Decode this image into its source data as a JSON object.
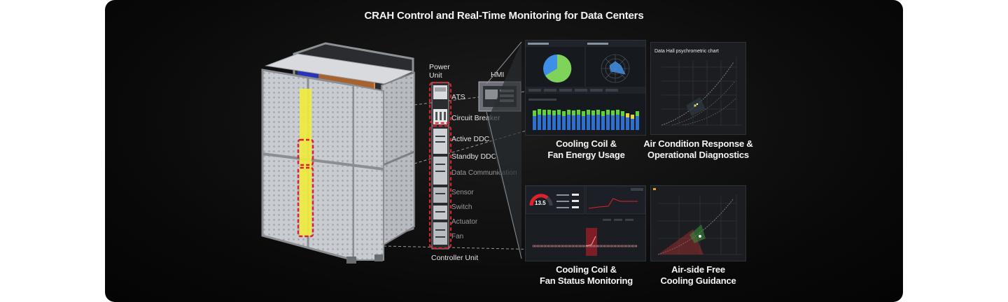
{
  "page_title": "CRAH Control and Real-Time Monitoring for Data Centers",
  "power_unit_label": "Power\nUnit",
  "hmi_label": "HMI",
  "components": [
    {
      "label": "ATS",
      "dim": false
    },
    {
      "label": "Circuit Breaker",
      "dim": false
    },
    {
      "label": "Active DDC",
      "dim": false
    },
    {
      "label": "Standby DDC",
      "dim": false
    },
    {
      "label": "Data Communication",
      "dim": true
    },
    {
      "label": "Sensor",
      "dim": true
    },
    {
      "label": "Switch",
      "dim": true
    },
    {
      "label": "Actuator",
      "dim": true
    },
    {
      "label": "Fan",
      "dim": true
    }
  ],
  "controller_unit_label": "Controller Unit",
  "captions": {
    "energy": "Cooling Coil &\nFan Energy Usage",
    "diagnostics": "Air Condition Response &\nOperational Diagnostics",
    "status": "Cooling Coil &\nFan Status Monitoring",
    "free_cooling": "Air-side Free\nCooling Guidance"
  },
  "screens": {
    "psychrometric_title": "Data Hall psychrometric chart",
    "gauge_value": "13.5",
    "colors": {
      "accent_red": "#e0202a",
      "pie_green": "#7fd35a",
      "pie_blue": "#3f8fe6",
      "bar_green": "#5fd33a",
      "bar_blue": "#2f6fd0",
      "bar_yellow": "#e8d43a",
      "highlight_yellow": "#f0ec3a"
    }
  }
}
